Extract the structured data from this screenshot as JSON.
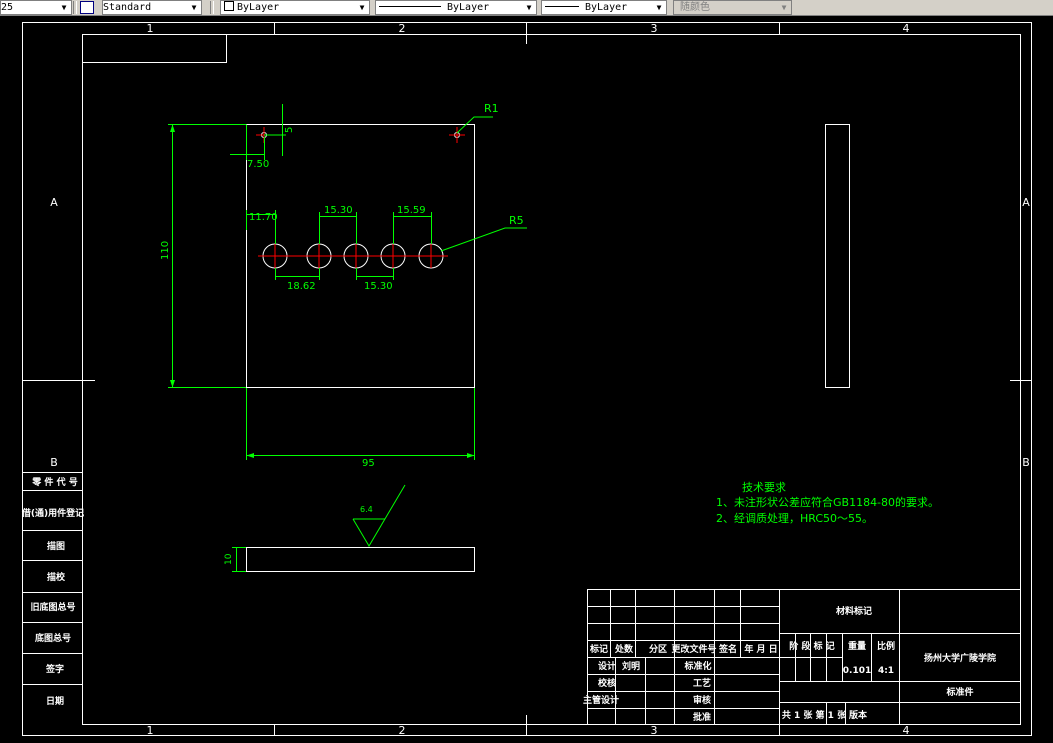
{
  "toolbar": {
    "dimstyle_value": "25",
    "textstyle_value": "Standard",
    "layer_value": "ByLayer",
    "linetype_value": "ByLayer",
    "lineweight_value": "ByLayer",
    "plotstyle_value": "随颜色"
  },
  "border": {
    "col_labels": [
      "1",
      "2",
      "3",
      "4"
    ],
    "row_labels": [
      "A",
      "B"
    ]
  },
  "side_table": [
    "零 件 代 号",
    "借(通)用件登记",
    "描图",
    "描校",
    "旧底图总号",
    "底图总号",
    "签字",
    "日期"
  ],
  "dims": {
    "r1": "R1",
    "r5": "R5",
    "d5": "5",
    "d7_50": "7.50",
    "d11_70": "11.70",
    "d15_30a": "15.30",
    "d15_59": "15.59",
    "d18_62": "18.62",
    "d15_30b": "15.30",
    "d110": "110",
    "d95": "95",
    "d10": "10",
    "roughness": "6.4"
  },
  "tech_req": {
    "title": "技术要求",
    "line1": "1、未注形状公差应符合GB1184-80的要求。",
    "line2": "2、经调质处理，HRC50～55。"
  },
  "title_block": {
    "material": "材料标记",
    "hdr_mark": "标记",
    "hdr_count": "处数",
    "hdr_zone": "分区",
    "hdr_doc": "更改文件号",
    "hdr_sign": "签名",
    "hdr_date": "年 月 日",
    "design": "设计",
    "designer": "刘明",
    "standardize": "标准化",
    "check": "校核",
    "process": "工艺",
    "chief": "主管设计",
    "review": "审核",
    "approve": "批准",
    "stage_label": "阶 段 标 记",
    "weight_label": "重量",
    "scale_label": "比例",
    "weight": "0.101",
    "scale": "4:1",
    "company": "扬州大学广陵学院",
    "part_name": "标准件",
    "sheets": "共 1 张 第 1 张",
    "version": "版本"
  }
}
